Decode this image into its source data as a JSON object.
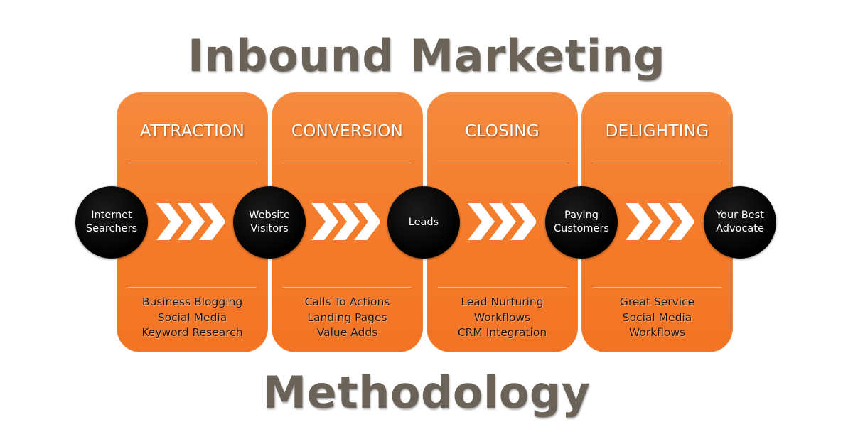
{
  "title_top": "Inbound Marketing",
  "title_bottom": "Methodology",
  "colors": {
    "stage_fill": "#f47b2a",
    "node_fill": "#000000",
    "title_text": "#6b6358",
    "arrow_fill": "#ffffff"
  },
  "stages": [
    {
      "heading": "ATTRACTION",
      "items": [
        "Business Blogging",
        "Social Media",
        "Keyword Research"
      ]
    },
    {
      "heading": "CONVERSION",
      "items": [
        "Calls To Actions",
        "Landing Pages",
        "Value Adds"
      ]
    },
    {
      "heading": "CLOSING",
      "items": [
        "Lead Nurturing",
        "Workflows",
        "CRM Integration"
      ]
    },
    {
      "heading": "DELIGHTING",
      "items": [
        "Great Service",
        "Social Media",
        "Workflows"
      ]
    }
  ],
  "nodes": [
    {
      "lines": [
        "Internet",
        "Searchers"
      ]
    },
    {
      "lines": [
        "Website",
        "Visitors"
      ]
    },
    {
      "lines": [
        "Leads"
      ]
    },
    {
      "lines": [
        "Paying",
        "Customers"
      ]
    },
    {
      "lines": [
        "Your Best",
        "Advocate"
      ]
    }
  ],
  "arrow_icon": "triple-chevron-right-icon"
}
